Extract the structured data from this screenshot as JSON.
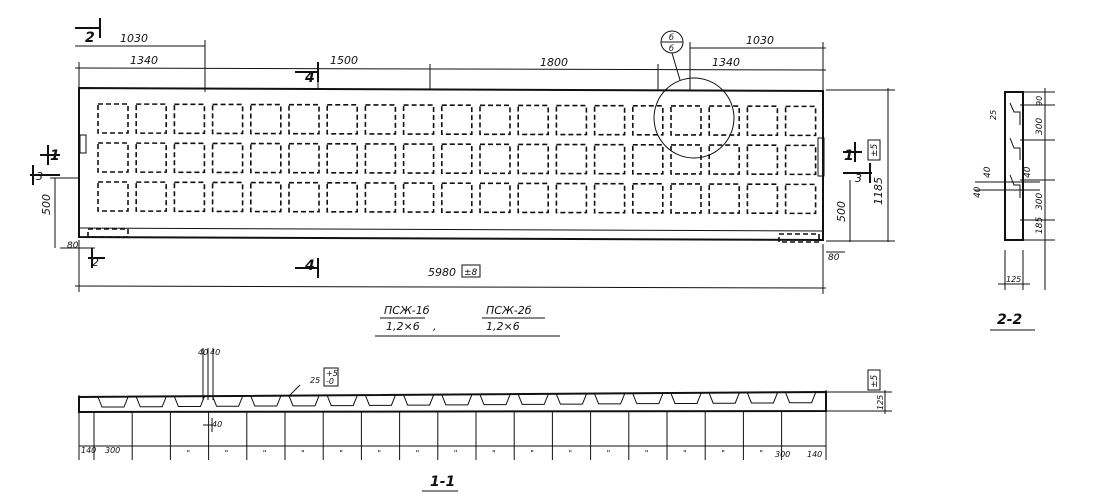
{
  "plan": {
    "top_dims": [
      "1030",
      "1340",
      "1500",
      "1800",
      "1030",
      "1340"
    ],
    "left_dims": [
      "500",
      "80"
    ],
    "right_dims": [
      "500",
      "1185",
      "80"
    ],
    "overall_length": "5980",
    "overall_tol": "±8",
    "height_tol": "±5",
    "section_marks": {
      "s1": "1",
      "s2": "2",
      "s3": "3",
      "s4": "4",
      "detail": "б"
    }
  },
  "designations": {
    "d1_top": "ПСЖ-1б",
    "d1_bottom": "1,2×6",
    "separator": ",",
    "d2_top": "ПСЖ-2б",
    "d2_bottom": "1,2×6"
  },
  "section22": {
    "dims": [
      "25",
      "300",
      "300",
      "185",
      "40",
      "40",
      "40",
      "125",
      "90"
    ],
    "title": "2-2"
  },
  "section11": {
    "top_dims": [
      "40",
      "40",
      "25",
      "40"
    ],
    "tol": "+5\n-0",
    "tol_top": "+5",
    "tol_bot": "-0",
    "right_tol": "±5",
    "height": "125",
    "bottom_dims": [
      "140",
      "300",
      "300",
      "140"
    ],
    "ditto": "\"",
    "title": "1-1"
  }
}
